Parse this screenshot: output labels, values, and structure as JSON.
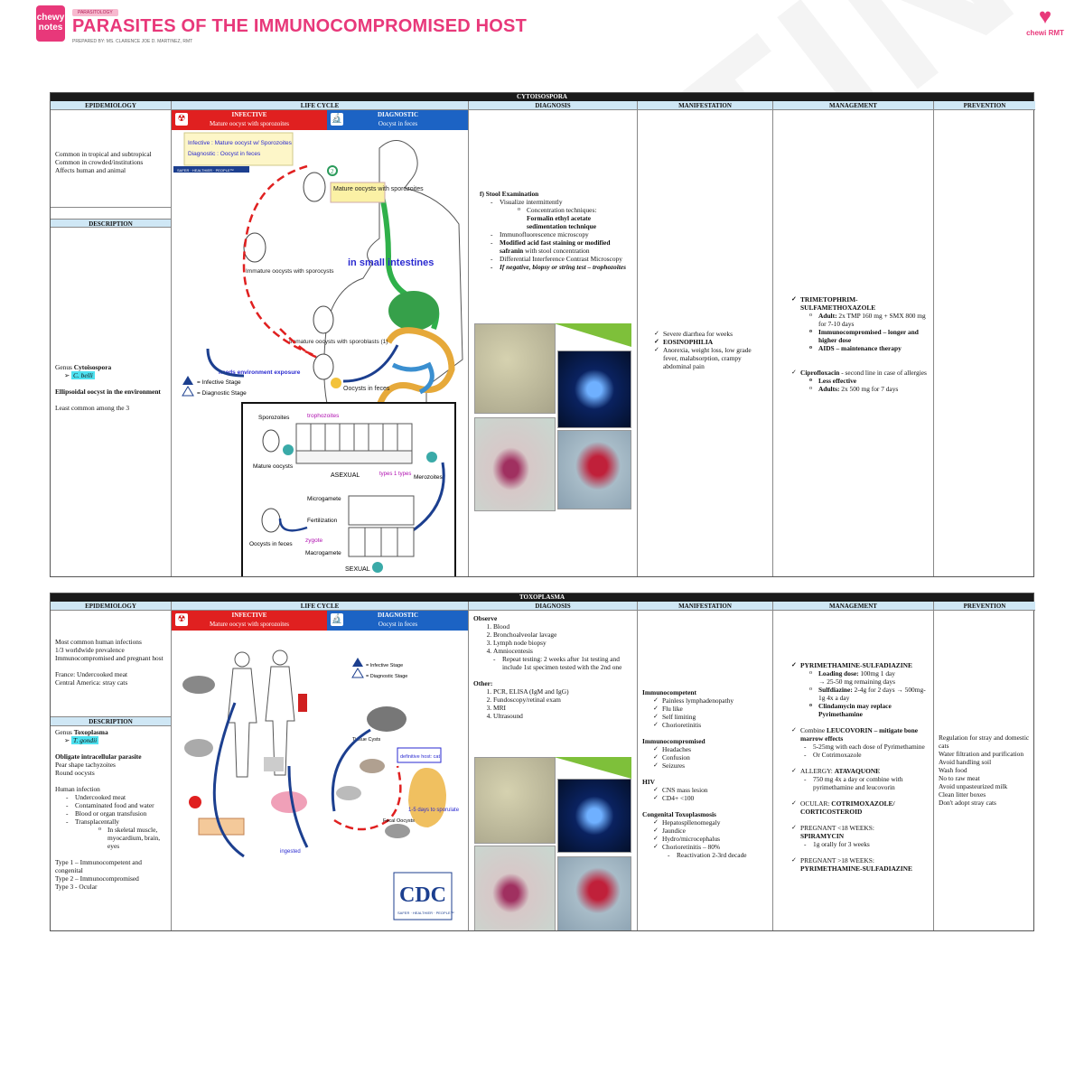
{
  "header": {
    "logo": "chewy notes",
    "tag": "PARASITOLOGY",
    "title": "PARASITES OF THE IMMUNOCOMPROMISED HOST",
    "prepared_by": "PREPARED BY: MS. CLARENCE JOE D. MARTINEZ, RMT",
    "corner_logo": "chewi RMT"
  },
  "columns": {
    "epidemiology": "EPIDEMIOLOGY",
    "description": "DESCRIPTION",
    "life_cycle": "LIFE CYCLE",
    "diagnosis": "DIAGNOSIS",
    "manifestation": "MANIFESTATION",
    "management": "MANAGEMENT",
    "prevention": "PREVENTION",
    "infective": "INFECTIVE",
    "infective_sub": "Mature oocyst with sporozoites",
    "diagnostic": "DIAGNOSTIC",
    "diagnostic_sub": "Oocyst in feces"
  },
  "cyto": {
    "title": "CYTOISOSPORA",
    "epi": [
      "Common in tropical and subtropical",
      "Common in crowded/institutions",
      "Affects human and animal"
    ],
    "desc_genus_label": "Genus ",
    "desc_genus": "Cytoisospora",
    "desc_species": "C. belli",
    "desc_bold": "Ellipsoidal oocyst in the environment",
    "desc_last": "Least common among the 3",
    "lc_note1": "Infective : Mature oocyst w/ Sporozoites",
    "lc_note2": "Diagnostic : Oocyst in feces",
    "lc_cdc": "SAFER · HEALTHIER · PEOPLE™",
    "lc_mature": "Mature oocysts with sporozoites",
    "lc_immature1": "Immature oocysts with sporocysts",
    "lc_immature2": "Immature oocysts with sporoblasts (1)",
    "lc_feces": "Oocysts in feces",
    "lc_small_int": "in small intestines",
    "lc_exposure": "needs environment exposure",
    "lc_legend1": "= Infective Stage",
    "lc_legend2": "= Diagnostic Stage",
    "lc_sporozoites": "Sporozoites",
    "lc_trophozoites": "trophozoites",
    "lc_mature2": "Mature oocysts",
    "lc_asexual": "ASEXUAL",
    "lc_types": "types 1 types",
    "lc_merozoites": "Merozoites",
    "lc_microgamete": "Microgamete",
    "lc_fertilization": "Fertilization",
    "lc_zygote": "zygote",
    "lc_oocysts_feces": "Oocysts in feces",
    "lc_macrogamete": "Macrogamete",
    "lc_sexual": "SEXUAL",
    "diag_title": "f)    Stool Examination",
    "diag_items": {
      "a": "Visualize intermittently",
      "a1": "Concentration techniques:",
      "a1b": "Formalin ethyl acetate sedimentation technique",
      "b": "Immunofluorescence microscopy",
      "c": "Modified acid fast staining or modified safranin",
      "c2": " with stool concentration",
      "d": "Differential Interference Contrast Microscopy",
      "e": "If negative, biopsy or string test – trophozoites"
    },
    "man": [
      "Severe diarrhea for weeks",
      "EOSINOPHILIA",
      "Anorexia, weight loss, low grade fever, malabsorption, crampy abdominal pain"
    ],
    "mgmt": {
      "drug1": "TRIMETOPHRIM-SULFAMETHOXAZOLE",
      "adult_label": "Adult:",
      "adult": " 2x TMP 160 mg + SMX 800 mg for 7-10 days",
      "immuno": "Immunocompromised – longer and higher dose",
      "aids": "AIDS – maintenance therapy",
      "drug2": "Ciprofloxacin",
      "drug2_note": "  - second line in case of allergies",
      "less": "Less effective",
      "adult2_label": "Adults:",
      "adult2": " 2x 500 mg for 7 days"
    }
  },
  "toxo": {
    "title": "TOXOPLASMA",
    "epi": [
      "Most common human infections",
      "1/3 worldwide prevalence",
      "Immunocompromised and pregnant host",
      "France: Undercooked meat",
      "Central America: stray cats"
    ],
    "desc_genus_label": "Genus ",
    "desc_genus": "Toxoplasma",
    "desc_species": "T. gondii",
    "desc_bold": "Obligate intracellular parasite",
    "desc_lines": [
      "Pear shape tachyzoites",
      "Round oocysts"
    ],
    "human_inf": "Human infection",
    "hi": [
      "Undercooked meat",
      "Contaminated food and water",
      "Blood or organ transfusion",
      "Transplacentally"
    ],
    "hi_sub": "In skeletal muscle, myocardium, brain, eyes",
    "types": [
      "Type 1 – Immunocompetent and congenital",
      "Type 2 – Immunocompromised",
      "Type 3 - Ocular"
    ],
    "lc_legend1": "= Infective Stage",
    "lc_legend2": "= Diagnostic Stage",
    "lc_tissue": "Tissue Cysts",
    "lc_fecal": "Fecal Oocysts",
    "lc_cdc": "CDC",
    "lc_cdc_sub": "SAFER · HEALTHIER · PEOPLE™",
    "lc_definitive": "definitive host: cat",
    "lc_days": "1-5 days to sporulate",
    "lc_ingested": "ingested",
    "diag": {
      "observe": "Observe",
      "obs": [
        "Blood",
        "Bronchoalveolar lavage",
        "Lymph node  biopsy",
        "Amniocentesis"
      ],
      "repeat": "Repeat testing: 2 weeks after 1st testing and include 1st specimen tested with the 2nd one",
      "other": "Other:",
      "oth": [
        "PCR, ELISA (IgM and IgG)",
        "Fundoscopy/retinal exam",
        "MRI",
        "Ultrasound"
      ]
    },
    "man": {
      "ic": "Immunocompetent",
      "ic_items": [
        "Painless lymphadenopathy",
        "Flu like",
        "Self limiting",
        "Chorioretinitis"
      ],
      "icp": "Immunocompromised",
      "icp_items": [
        "Headaches",
        "Confusion",
        "Seizures"
      ],
      "hiv": "HIV",
      "hiv_items": [
        "CNS mass lesion",
        "CD4+ <100"
      ],
      "cong": "Congenital Toxoplasmosis",
      "cong_items": [
        "Hepatospllenomegaly",
        "Jaundice",
        "Hydro/microcephalus",
        "Chorioretinitis – 80%"
      ],
      "cong_sub": "Reactivation 2-3rd decade"
    },
    "mgmt": {
      "drug1": "PYRIMETHAMINE-SULFADIAZINE",
      "load_label": "Loading dose:",
      "load": " 100mg 1 day",
      "load2": "→ 25-50 mg remaining days",
      "sulf_label": "Sulfdiazine:",
      "sulf": " 2-4g for 2 days → 500mg-1g 4x a day",
      "clinda": "Clindamycin may replace Pyrimethamine",
      "combine": "Combine ",
      "leuco": "LEUCOVORIN – mitigate bone marrow effects",
      "leuco_items": [
        "5-25mg with each dose of Pyrimethamine",
        "Or Cotrimoxazole"
      ],
      "allergy": "ALLERGY: ",
      "atova": "ATAVAQUONE",
      "atova_item": "750 mg 4x a day or combine with pyrimethamine and leucovorin",
      "ocular": "OCULAR: ",
      "ocular_drug": "COTRIMOXAZOLE/ CORTICOSTEROID",
      "preg1": "PREGNANT <18 WEEKS:",
      "preg1_drug": "SPIRAMYCIN",
      "preg1_item": "1g orally for 3 weeks",
      "preg2": "PREGNANT >18 WEEKS:",
      "preg2_drug": "PYRIMETHAMINE-SULFADIAZINE"
    },
    "prev": [
      "Regulation for stray and domestic cats",
      "Water filtration and purification",
      "Avoid handling soil",
      "Wash food",
      "No to raw meat",
      "Avoid unpasteurized milk",
      "Clean litter boxes",
      "Don't adopt stray cats"
    ]
  },
  "watermark": "MARTINEZ"
}
